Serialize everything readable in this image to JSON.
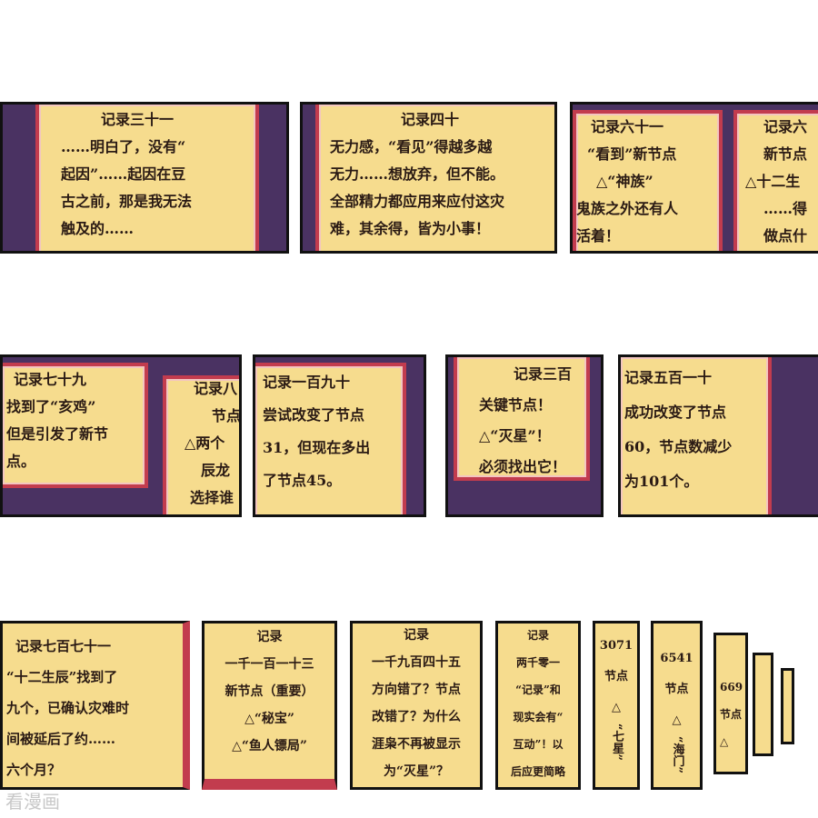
{
  "colors": {
    "cream": "#f6dc8e",
    "purple": "#4a3262",
    "red": "#c23c4e",
    "border": "#111111"
  },
  "row1": [
    {
      "lines": [
        "记录三十一",
        "……明白了，没有“",
        "起因”……起因在豆",
        "古之前，那是我无法",
        "触及的……"
      ]
    },
    {
      "lines": [
        "记录四十",
        "无力感，“看见”得越多越",
        "无力……想放弃，但不能。",
        "全部精力都应用来应付这灾",
        "难，其余得，皆为小事！"
      ]
    },
    {
      "lines": [
        "记录六十一",
        "“看到”新节点",
        "△“神族”",
        "鬼族之外还有人",
        "活着！"
      ]
    },
    {
      "lines": [
        "记录六",
        "新节点",
        "△十二生",
        "……得",
        "做点什"
      ]
    }
  ],
  "row2": [
    {
      "lines": [
        "记录七十九",
        "找到了“亥鸡”",
        "但是引发了新节",
        "点。"
      ]
    },
    {
      "lines": [
        "记录八",
        "节点",
        "△两个",
        "辰龙",
        "选择谁"
      ]
    },
    {
      "lines": [
        "记录一百九十",
        "尝试改变了节点",
        "31，但现在多出",
        "了节点45。"
      ]
    },
    {
      "lines": [
        "记录三百",
        "关键节点！",
        "△“灭星”！",
        "必须找出它！"
      ]
    },
    {
      "lines": [
        "记录五百一十",
        "成功改变了节点",
        "60，节点数减少",
        "为101个。"
      ]
    }
  ],
  "row3": [
    {
      "lines": [
        "记录七百七十一",
        "“十二生辰”找到了",
        "九个，已确认灾难时",
        "间被延后了约……",
        "六个月？"
      ]
    },
    {
      "lines": [
        "记录",
        "一千一百一十三",
        "新节点（重要）",
        "△“秘宝”",
        "△“鱼人镖局”"
      ]
    },
    {
      "lines": [
        "记录",
        "一千九百四十五",
        "方向错了？节点",
        "改错了？为什么",
        "涯枭不再被显示",
        "为“灭星”？"
      ]
    },
    {
      "lines": [
        "记录",
        "两千零一",
        "“记录”和",
        "现实会有“",
        "互动”！以",
        "后应更简略"
      ]
    },
    {
      "lines": [
        "3071",
        "节点",
        "△",
        "“七星”"
      ]
    },
    {
      "lines": [
        "6541",
        "节点",
        "△",
        "“海门”"
      ]
    },
    {
      "lines": [
        "669",
        "节点",
        "△"
      ]
    }
  ],
  "watermark": "看漫画"
}
